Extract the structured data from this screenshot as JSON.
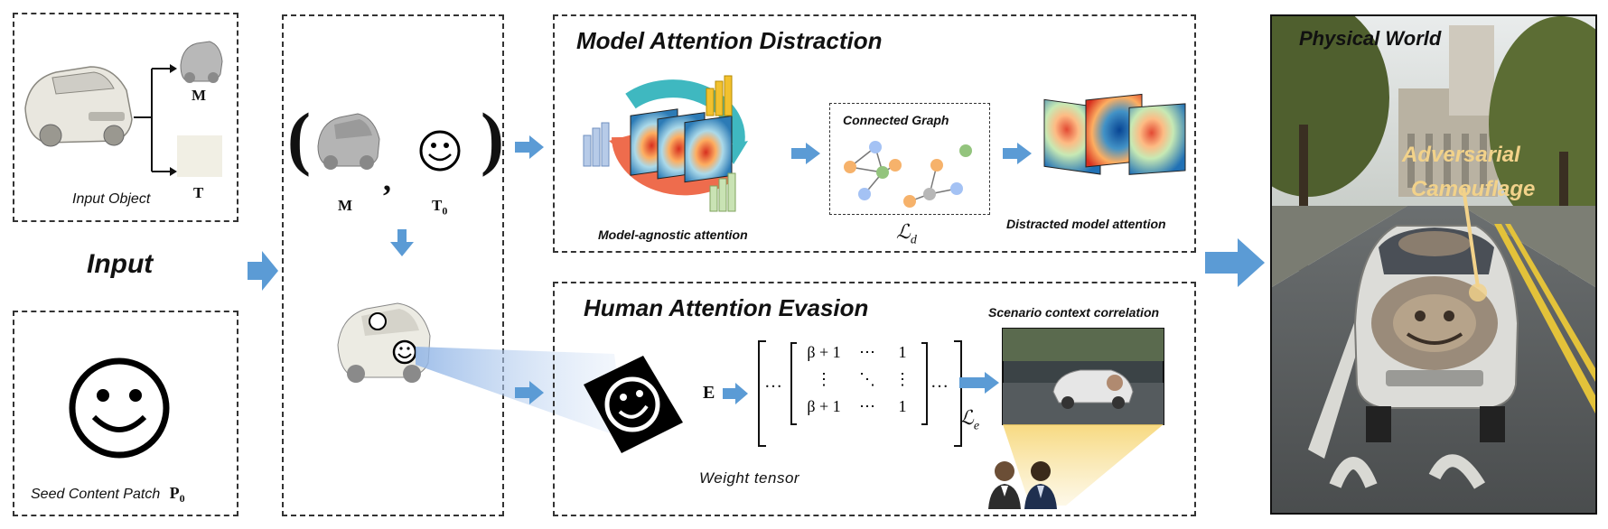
{
  "input": {
    "section_label": "Input",
    "object_label": "Input Object",
    "mesh_symbol": "M",
    "texture_symbol": "T",
    "seed_label": "Seed Content Patch",
    "seed_symbol": "P",
    "seed_subscript": "0"
  },
  "init": {
    "mesh_symbol": "M",
    "texture_symbol": "T",
    "texture_subscript": "0",
    "comma": ",",
    "paren_open": "(",
    "paren_close": ")"
  },
  "distraction": {
    "title": "Model Attention Distraction",
    "attention_label": "Model-agnostic attention",
    "graph_label": "Connected Graph",
    "loss_symbol": "ℒ",
    "loss_subscript": "d",
    "output_label": "Distracted model attention"
  },
  "evasion": {
    "title": "Human Attention Evasion",
    "edge_symbol": "E",
    "matrix_dots_left": "…",
    "matrix_dots_right": "…",
    "matrix_cells": [
      "β + 1",
      "⋯",
      "1",
      "⋮",
      "⋱",
      "⋮",
      "β + 1",
      "⋯",
      "1"
    ],
    "weight_label": "Weight tensor",
    "loss_symbol": "ℒ",
    "loss_subscript": "e",
    "scenario_label": "Scenario context correlation"
  },
  "physical": {
    "title": "Physical World",
    "camo_line1": "Adversarial",
    "camo_line2": "Camouflage"
  },
  "colors": {
    "arrow": "#5b9bd5",
    "camo_text": "#f2d28a",
    "heat_red": "#d7301f",
    "teal": "#3fb8c0",
    "orange": "#ee6c4d"
  }
}
